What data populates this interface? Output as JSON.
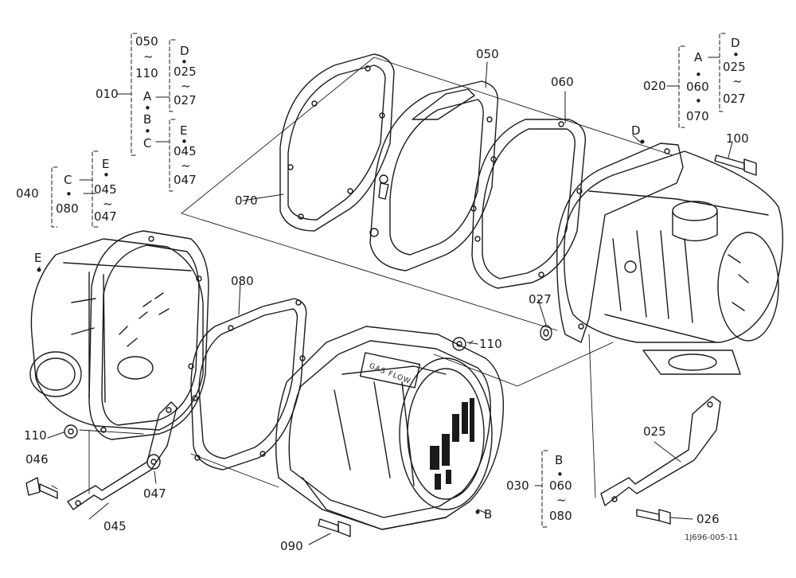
{
  "labels": {
    "p010": "010",
    "p020": "020",
    "p030": "030",
    "p040": "040",
    "p025": "025",
    "p026": "026",
    "p027": "027",
    "p045": "045",
    "p046": "046",
    "p047": "047",
    "p050": "050",
    "p060": "060",
    "p070": "070",
    "p080": "080",
    "p090": "090",
    "p100": "100",
    "p110a": "110",
    "p110b": "110",
    "refB": "B",
    "refD": "D",
    "refE": "E"
  },
  "groups": {
    "g010": {
      "col1": [
        "050",
        "~",
        "110",
        "A",
        "•",
        "B",
        "•",
        "C"
      ],
      "col2a": [
        "D",
        "•",
        "025",
        "~",
        "027"
      ],
      "col2b": [
        "E",
        "•",
        "045",
        "~",
        "047"
      ]
    },
    "g020": {
      "col1": [
        "A",
        "•",
        "060",
        "•",
        "070"
      ],
      "col2": [
        "D",
        "•",
        "025",
        "~",
        "027"
      ]
    },
    "g040": {
      "col1": [
        "C",
        "•",
        "080"
      ],
      "col2": [
        "E",
        "•",
        "045",
        "~",
        "047"
      ]
    },
    "g030": {
      "col1": [
        "B",
        "•",
        "060",
        "~",
        "080"
      ]
    }
  },
  "gasflow_text": "GAS FLOW",
  "doc_code": "1J696-005-11"
}
